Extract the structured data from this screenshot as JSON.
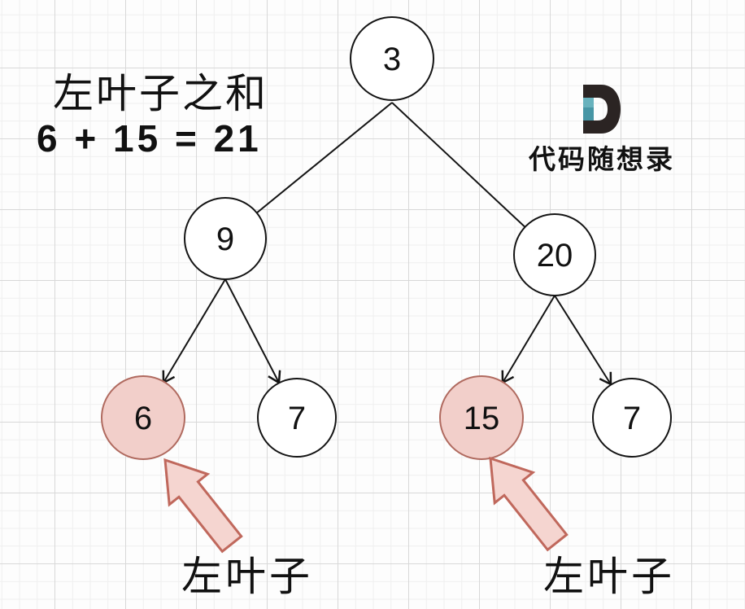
{
  "title": {
    "line1": "左叶子之和",
    "line2": "6 + 15 = 21"
  },
  "logo": {
    "brand": "代码随想录",
    "icon": "letter-d-logo",
    "dark": "#2b2423",
    "teal_light": "#68b2bd",
    "teal_dark": "#4796a5"
  },
  "tree": {
    "nodes": [
      {
        "id": "root",
        "value": "3",
        "highlighted": false
      },
      {
        "id": "left",
        "value": "9",
        "highlighted": false
      },
      {
        "id": "right",
        "value": "20",
        "highlighted": false
      },
      {
        "id": "leaf-6",
        "value": "6",
        "highlighted": true
      },
      {
        "id": "leaf-7-l",
        "value": "7",
        "highlighted": false
      },
      {
        "id": "leaf-15",
        "value": "15",
        "highlighted": true
      },
      {
        "id": "leaf-7-r",
        "value": "7",
        "highlighted": false
      }
    ],
    "edges": [
      {
        "from": "3",
        "to": "9",
        "arrowhead": false
      },
      {
        "from": "3",
        "to": "20",
        "arrowhead": false
      },
      {
        "from": "9",
        "to": "6",
        "arrowhead": true
      },
      {
        "from": "9",
        "to": "7",
        "arrowhead": true
      },
      {
        "from": "20",
        "to": "15",
        "arrowhead": true
      },
      {
        "from": "20",
        "to": "7",
        "arrowhead": true
      }
    ]
  },
  "annotations": {
    "left_leaf_labels": [
      "左叶子",
      "左叶子"
    ]
  },
  "colors": {
    "highlight_fill": "#f2cfca",
    "highlight_stroke": "#b06a5f",
    "arrow_fill": "#f5d5d0",
    "arrow_stroke": "#c0685c",
    "edge_stroke": "#141414",
    "grid_minor": "#efefef",
    "grid_major": "#d8d8d8"
  }
}
